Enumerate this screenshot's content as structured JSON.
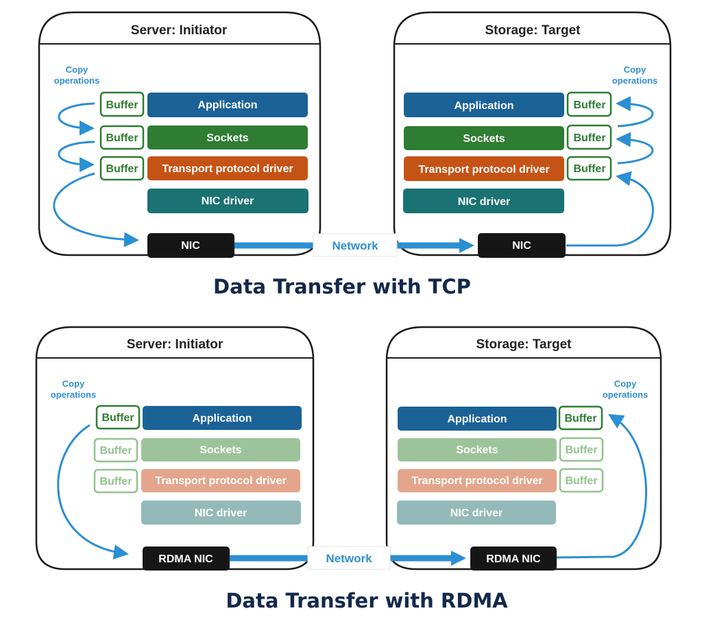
{
  "colors": {
    "application": "#1b6296",
    "sockets": "#2e7d32",
    "transport": "#c65316",
    "nic_driver": "#1b7272",
    "application_faded": "#1b6296",
    "sockets_faded": "#9dc39a",
    "transport_faded": "#e3a68c",
    "nic_driver_faded": "#93bab8",
    "buffer": "#2e7d32",
    "buffer_faded": "#92c28f",
    "arrow": "#2b8fd3",
    "nic": "#161616",
    "caption": "#13294b"
  },
  "tcp": {
    "caption": "Data Transfer with TCP",
    "initiator": {
      "title": "Server: Initiator",
      "copy_label": [
        "Copy",
        "operations"
      ],
      "layers": [
        "Application",
        "Sockets",
        "Transport protocol driver",
        "NIC driver"
      ],
      "buffers": [
        "Buffer",
        "Buffer",
        "Buffer"
      ],
      "nic": "NIC"
    },
    "target": {
      "title": "Storage: Target",
      "copy_label": [
        "Copy",
        "operations"
      ],
      "layers": [
        "Application",
        "Sockets",
        "Transport protocol driver",
        "NIC driver"
      ],
      "buffers": [
        "Buffer",
        "Buffer",
        "Buffer"
      ],
      "nic": "NIC"
    },
    "network": "Network"
  },
  "rdma": {
    "caption": "Data Transfer with RDMA",
    "initiator": {
      "title": "Server: Initiator",
      "copy_label": [
        "Copy",
        "operations"
      ],
      "layers": [
        "Application",
        "Sockets",
        "Transport protocol driver",
        "NIC driver"
      ],
      "buffers": [
        "Buffer",
        "Buffer",
        "Buffer"
      ],
      "nic": "RDMA NIC"
    },
    "target": {
      "title": "Storage: Target",
      "copy_label": [
        "Copy",
        "operations"
      ],
      "layers": [
        "Application",
        "Sockets",
        "Transport protocol driver",
        "NIC driver"
      ],
      "buffers": [
        "Buffer",
        "Buffer",
        "Buffer"
      ],
      "nic": "RDMA NIC"
    },
    "network": "Network"
  }
}
